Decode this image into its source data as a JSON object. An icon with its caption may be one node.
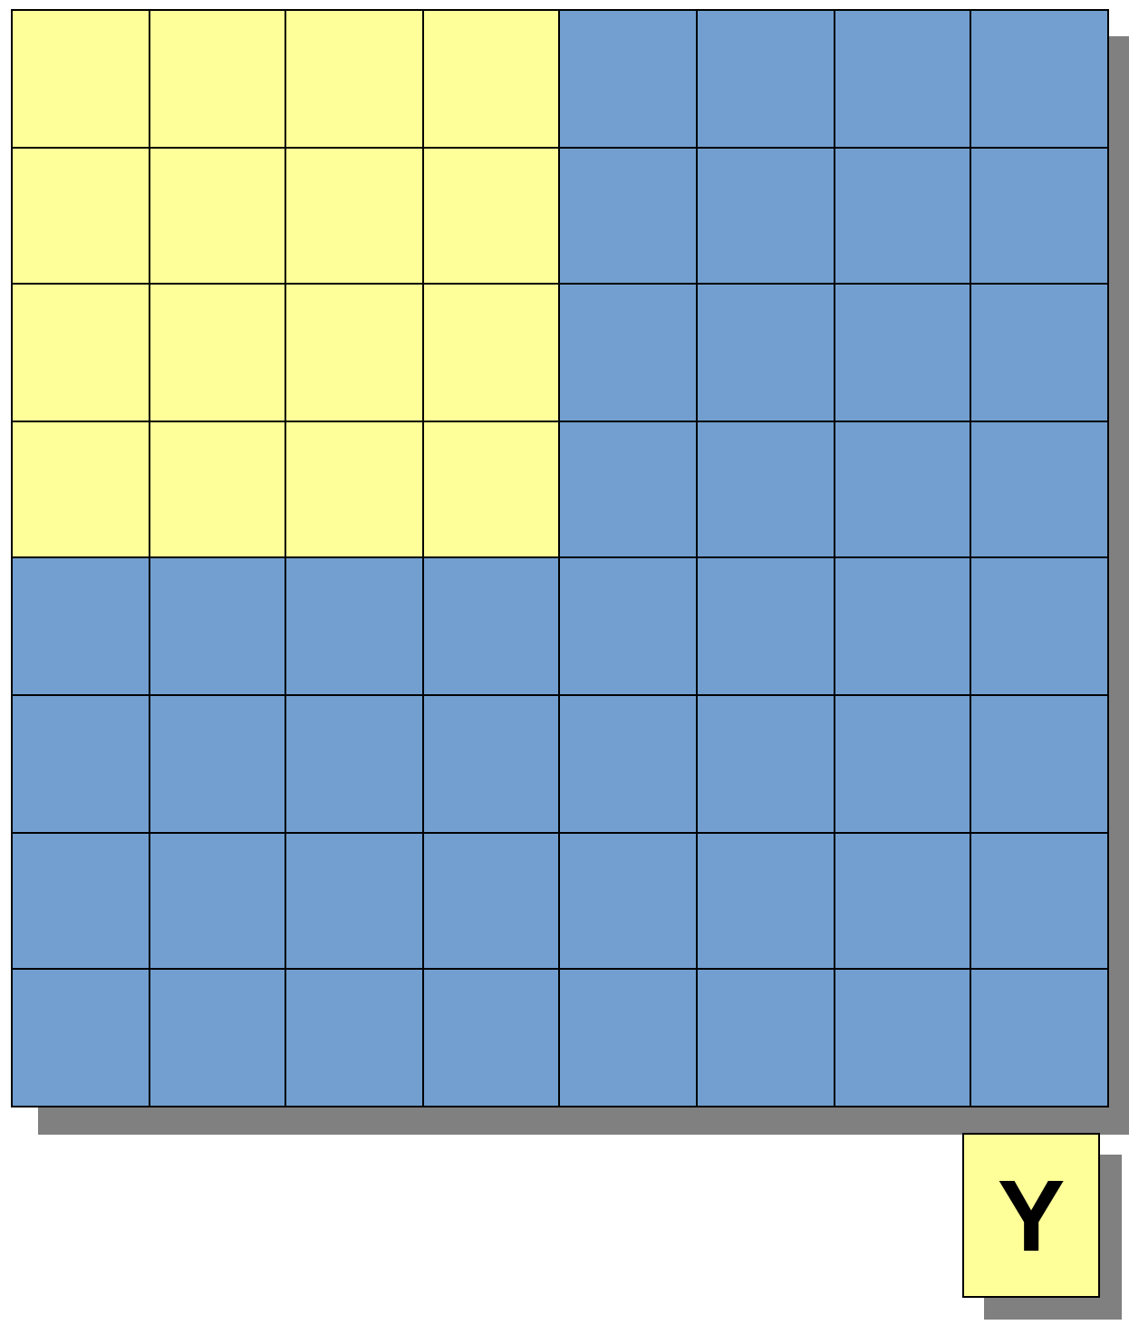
{
  "diagram": {
    "nodes": [
      {
        "text": [],
        "shape": "box"
      },
      {
        "text": [],
        "shape": "box"
      },
      {
        "text": [],
        "shape": "box"
      },
      {
        "text": [],
        "shape": "box"
      },
      {
        "text": [],
        "shape": "box"
      },
      {
        "text": [],
        "shape": "box"
      },
      {
        "text": [],
        "shape": "box"
      },
      {
        "text": [],
        "shape": "box"
      },
      {
        "text": [],
        "shape": "box"
      },
      {
        "text": [],
        "shape": "box"
      },
      {
        "text": [],
        "shape": "box"
      },
      {
        "text": [],
        "shape": "box"
      },
      {
        "text": [],
        "shape": "box"
      },
      {
        "text": [],
        "shape": "box"
      },
      {
        "text": [],
        "shape": "box"
      },
      {
        "text": [],
        "shape": "box"
      },
      {
        "text": [],
        "shape": "box"
      },
      {
        "text": [],
        "shape": "box"
      },
      {
        "text": [],
        "shape": "box"
      },
      {
        "text": [],
        "shape": "box"
      },
      {
        "text": [],
        "shape": "box"
      },
      {
        "text": [],
        "shape": "box"
      },
      {
        "text": [],
        "shape": "box"
      },
      {
        "text": [],
        "shape": "box"
      },
      {
        "text": [],
        "shape": "box"
      },
      {
        "text": [],
        "shape": "box"
      },
      {
        "text": [],
        "shape": "box"
      },
      {
        "text": [],
        "shape": "box"
      },
      {
        "text": [],
        "shape": "box"
      },
      {
        "text": [],
        "shape": "box"
      },
      {
        "text": [],
        "shape": "box"
      },
      {
        "text": [],
        "shape": "box"
      },
      {
        "text": [],
        "shape": "box"
      },
      {
        "text": [],
        "shape": "box"
      },
      {
        "text": [],
        "shape": "box"
      },
      {
        "text": [],
        "shape": "box"
      },
      {
        "text": [],
        "shape": "box"
      },
      {
        "text": [],
        "shape": "box"
      },
      {
        "text": [],
        "shape": "box"
      },
      {
        "text": [],
        "shape": "box"
      },
      {
        "text": [],
        "shape": "box"
      },
      {
        "text": [],
        "shape": "box"
      },
      {
        "text": [],
        "shape": "box"
      },
      {
        "text": [],
        "shape": "box"
      },
      {
        "text": [],
        "shape": "box"
      },
      {
        "text": [],
        "shape": "box"
      },
      {
        "text": [],
        "shape": "box"
      },
      {
        "text": [],
        "shape": "box"
      },
      {
        "text": [],
        "shape": "box"
      },
      {
        "text": [],
        "shape": "box"
      },
      {
        "text": [],
        "shape": "box"
      },
      {
        "text": [],
        "shape": "box"
      },
      {
        "text": [],
        "shape": "box"
      },
      {
        "text": [],
        "shape": "box"
      },
      {
        "text": [],
        "shape": "box"
      },
      {
        "text": [],
        "shape": "box"
      },
      {
        "text": [],
        "shape": "box"
      },
      {
        "text": [],
        "shape": "box"
      },
      {
        "text": [],
        "shape": "box"
      },
      {
        "text": [],
        "shape": "box"
      },
      {
        "text": [],
        "shape": "box"
      },
      {
        "text": [],
        "shape": "box"
      },
      {
        "text": [],
        "shape": "box"
      },
      {
        "text": [],
        "shape": "box"
      },
      {
        "text": [
          "Y"
        ]
      }
    ]
  }
}
